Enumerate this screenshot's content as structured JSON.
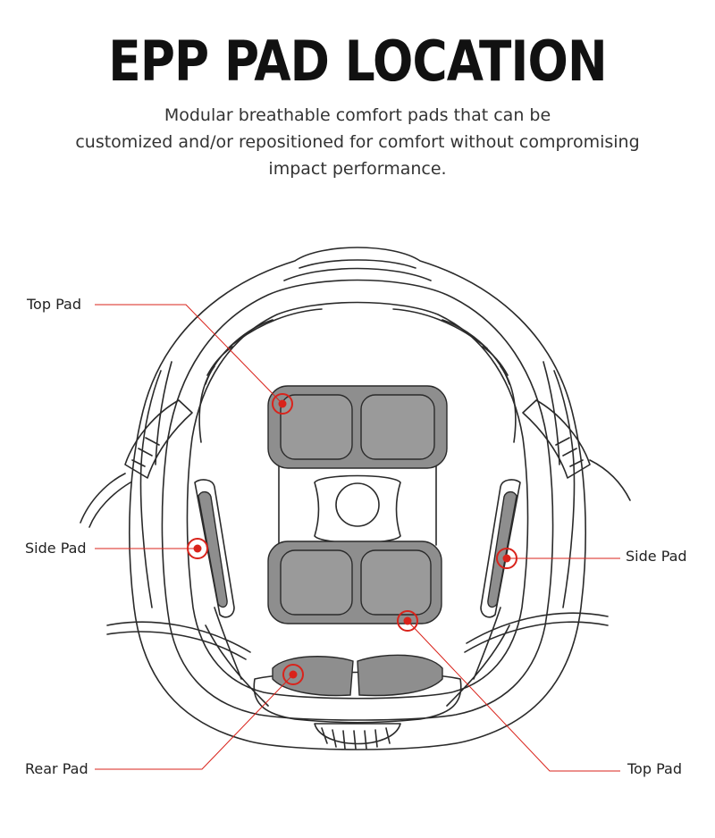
{
  "title": "EPP PAD LOCATION",
  "subtitle_lines": [
    "Modular breathable comfort pads that can be",
    "customized and/or repositioned for comfort without compromising",
    "impact performance."
  ],
  "callouts": {
    "top_pad_upper": "Top Pad",
    "side_pad_left": "Side Pad",
    "side_pad_right": "Side Pad",
    "rear_pad": "Rear Pad",
    "top_pad_lower": "Top Pad"
  },
  "colors": {
    "accent": "#d9231b",
    "pad_fill": "#8e8e8e",
    "outline": "#2a2a2a"
  }
}
